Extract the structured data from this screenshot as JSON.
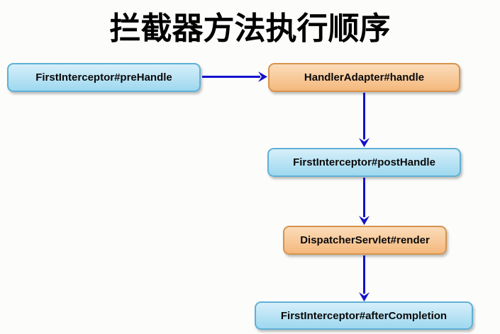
{
  "title": "拦截器方法执行顺序",
  "nodes": [
    {
      "id": "first-interceptor-prehandle",
      "label": "FirstInterceptor#preHandle",
      "style": "blue"
    },
    {
      "id": "handler-adapter-handle",
      "label": "HandlerAdapter#handle",
      "style": "orange"
    },
    {
      "id": "first-interceptor-posthandle",
      "label": "FirstInterceptor#postHandle",
      "style": "blue"
    },
    {
      "id": "dispatcher-servlet-render",
      "label": "DispatcherServlet#render",
      "style": "orange"
    },
    {
      "id": "first-interceptor-aftercompletion",
      "label": "FirstInterceptor#afterCompletion",
      "style": "blue"
    }
  ],
  "edges": [
    {
      "from": "FirstInterceptor#preHandle",
      "to": "HandlerAdapter#handle",
      "direction": "right"
    },
    {
      "from": "HandlerAdapter#handle",
      "to": "FirstInterceptor#postHandle",
      "direction": "down"
    },
    {
      "from": "FirstInterceptor#postHandle",
      "to": "DispatcherServlet#render",
      "direction": "down"
    },
    {
      "from": "DispatcherServlet#render",
      "to": "FirstInterceptor#afterCompletion",
      "direction": "down"
    }
  ],
  "colors": {
    "background": "#fcfcfb",
    "title_color": "#000000",
    "arrow": "#1212cc",
    "blue_box_top": "#d6effa",
    "blue_box_bottom": "#9ed8ef",
    "blue_box_border": "#5fb0d4",
    "orange_box_top": "#fbdcba",
    "orange_box_bottom": "#f4b87c",
    "orange_box_border": "#d6944c"
  }
}
